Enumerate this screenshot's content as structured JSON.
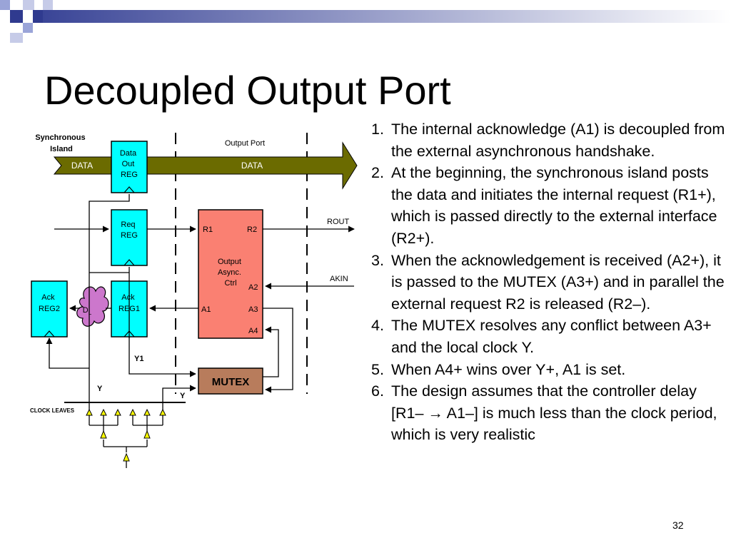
{
  "slide": {
    "title": "Decoupled Output Port",
    "page_number": "32"
  },
  "diagram": {
    "synchronous_island": [
      "Synchronous",
      "Island"
    ],
    "output_port": "Output Port",
    "data_left": "DATA",
    "data_right": "DATA",
    "data_out_reg": [
      "Data",
      "Out",
      "REG"
    ],
    "req_reg": [
      "Req",
      "REG"
    ],
    "ack_reg1": [
      "Ack",
      "REG1"
    ],
    "ack_reg2": [
      "Ack",
      "REG2"
    ],
    "dl": "D",
    "dl_sub": "L",
    "controller": [
      "Output",
      "Async.",
      "Ctrl"
    ],
    "r1": "R1",
    "r2": "R2",
    "a1": "A1",
    "a2": "A2",
    "a3": "A3",
    "a4": "A4",
    "rout": "ROUT",
    "akin": "AKIN",
    "mutex": "MUTEX",
    "y1": "Y1",
    "y_left": "Y",
    "y_right": "Y",
    "clock_leaves": "CLOCK LEAVES"
  },
  "steps": [
    {
      "num": "1.",
      "text": "The internal acknowledge (A1) is decoupled from the external asynchronous handshake."
    },
    {
      "num": "2.",
      "text": "At the beginning, the synchronous island posts the data and initiates the internal request (R1+), which is passed directly to the external interface (R2+)."
    },
    {
      "num": "3.",
      "text": "When the acknowledgement is received (A2+), it is passed to the MUTEX (A3+) and in parallel the external request R2 is released (R2–)."
    },
    {
      "num": "4.",
      "text": "The MUTEX resolves any conflict between A3+ and the local clock Y."
    },
    {
      "num": "5.",
      "text": "When A4+ wins over Y+, A1 is set."
    },
    {
      "num": "6.",
      "text": "The design assumes that the controller delay [R1– → A1–] is much less than the clock period, which is very realistic"
    }
  ],
  "colors": {
    "register_fill": "#00ffff",
    "controller_fill": "#fa8072",
    "mutex_fill": "#b87c5c",
    "data_bus_fill": "#6b6b00",
    "cloud_fill": "#cc77cc",
    "clock_buffer_fill": "#ffff00",
    "header_square_dark": "#2f3a8f",
    "header_square_light": "#9aa4d8"
  }
}
